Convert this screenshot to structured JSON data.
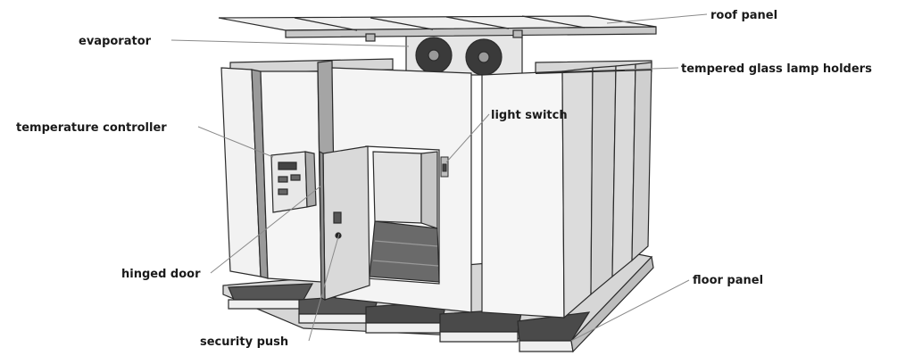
{
  "labels": {
    "roof_panel": "roof panel",
    "evaporator": "evaporator",
    "tempered_glass_lamp_holders": "tempered glass lamp holders",
    "temperature_controller": "temperature controller",
    "light_switch": "light switch",
    "hinged_door": "hinged door",
    "floor_panel": "floor panel",
    "security_push": "security push"
  },
  "colors": {
    "outline": "#2b2b2b",
    "panel_light": "#efefef",
    "panel_mid": "#d6d6d6",
    "panel_dark": "#a9a9a9",
    "floor_dark": "#4a4a4a",
    "label_text": "#1a1a1a",
    "leader_line": "#8a8a8a"
  }
}
